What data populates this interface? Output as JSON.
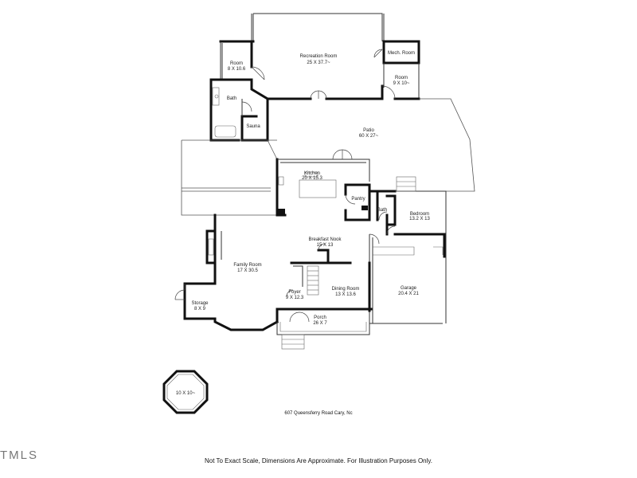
{
  "rooms": {
    "recreation": {
      "name": "Recreation Room",
      "dims": "25 X 37.7~"
    },
    "mech": {
      "name": "Mech. Room",
      "dims": ""
    },
    "room_small": {
      "name": "Room",
      "dims": "9 X 10~"
    },
    "room_left": {
      "name": "Room",
      "dims": "8 X 10.6"
    },
    "bath_upper": {
      "name": "Bath",
      "dims": ""
    },
    "sauna": {
      "name": "Sauna",
      "dims": ""
    },
    "patio": {
      "name": "Patio",
      "dims": "60 X 27~"
    },
    "kitchen": {
      "name": "Kitchen",
      "dims": "20 X 15.3"
    },
    "pantry": {
      "name": "Pantry",
      "dims": ""
    },
    "bath_lower": {
      "name": "Bath",
      "dims": ""
    },
    "bedroom": {
      "name": "Bedroom",
      "dims": "13.2 X 13"
    },
    "breakfast": {
      "name": "Breakfast Nook",
      "dims": "15 X 13"
    },
    "family": {
      "name": "Family Room",
      "dims": "17 X 30.5"
    },
    "foyer": {
      "name": "Foyer",
      "dims": "9 X 12.3"
    },
    "dining": {
      "name": "Dining Room",
      "dims": "13 X 13.6"
    },
    "garage": {
      "name": "Garage",
      "dims": "20.4 X 21"
    },
    "storage": {
      "name": "Storage",
      "dims": "8 X 9"
    },
    "porch": {
      "name": "Porch",
      "dims": "26 X 7"
    },
    "gazebo": {
      "name": "",
      "dims": "10 X 10~"
    }
  },
  "address": "607 Queensferry Road Cary, Nc",
  "disclaimer": "Not To Exact Scale, Dimensions Are Approximate. For Illustration Purposes Only.",
  "watermark": "TMLS"
}
